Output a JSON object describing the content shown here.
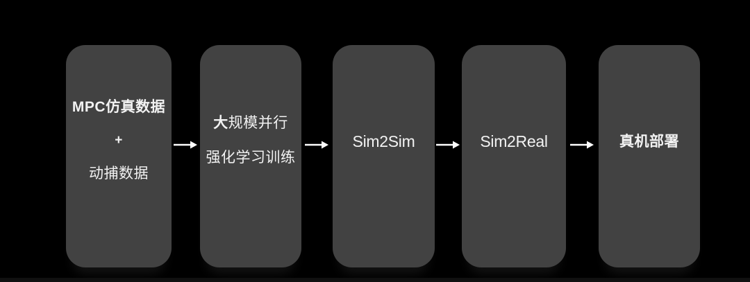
{
  "colors": {
    "background": "#000000",
    "node_fill": "#424242",
    "text": "#f2f2f2",
    "arrow": "#ffffff"
  },
  "pipeline": {
    "nodes": [
      {
        "id": "training-data",
        "lines": [
          "MPC仿真数据",
          "+",
          "动捕数据"
        ]
      },
      {
        "id": "parallel-rl-training",
        "lines": [
          "大规模并行",
          "强化学习训练"
        ]
      },
      {
        "id": "sim2sim",
        "lines": [
          "Sim2Sim"
        ]
      },
      {
        "id": "sim2real",
        "lines": [
          "Sim2Real"
        ]
      },
      {
        "id": "real-robot-deployment",
        "lines": [
          "真机部署"
        ]
      }
    ]
  }
}
